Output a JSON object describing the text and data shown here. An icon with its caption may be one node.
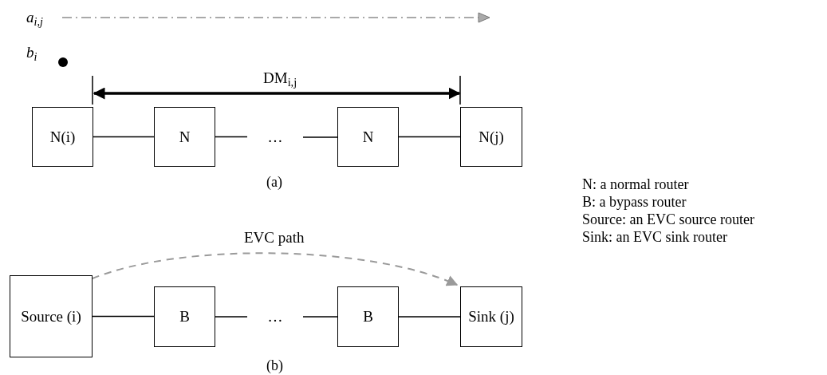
{
  "diagram": {
    "nodes": [
      {
        "text": [
          "N(i)"
        ]
      },
      {
        "text": [
          "N"
        ]
      },
      {
        "text": [
          "…"
        ]
      },
      {
        "text": [
          "N"
        ]
      },
      {
        "text": [
          "N(j)"
        ]
      },
      {
        "text": [
          "Source (i)"
        ]
      },
      {
        "text": [
          "B"
        ]
      },
      {
        "text": [
          "…"
        ]
      },
      {
        "text": [
          "B"
        ]
      },
      {
        "text": [
          "Sink (j)"
        ]
      }
    ],
    "edges": [
      {
        "from": 0,
        "to": 1,
        "arrow": "none"
      },
      {
        "from": 1,
        "to": 2,
        "arrow": "none"
      },
      {
        "from": 2,
        "to": 3,
        "arrow": "none"
      },
      {
        "from": 3,
        "to": 4,
        "arrow": "none"
      },
      {
        "from": 5,
        "to": 6,
        "arrow": "none"
      },
      {
        "from": 6,
        "to": 7,
        "arrow": "none"
      },
      {
        "from": 7,
        "to": 8,
        "arrow": "none"
      },
      {
        "from": 8,
        "to": 9,
        "arrow": "none"
      },
      {
        "from": 5,
        "to": 9,
        "arrow": "to",
        "label": "EVC path",
        "style": "dashed",
        "color": "#9a9a9a"
      },
      {
        "from": 0,
        "to": 4,
        "arrow": "both",
        "label": "DM$_{i,j}$",
        "style": "thick"
      }
    ],
    "labels": [
      "(a)",
      "(b)",
      "N: a normal router",
      "B: a bypass router",
      "Source: an EVC source router",
      "Sink: an EVC sink router"
    ],
    "legend": [
      {
        "text": "a$_{i,j}$"
      },
      {
        "text": "b$_{i}$"
      }
    ]
  }
}
